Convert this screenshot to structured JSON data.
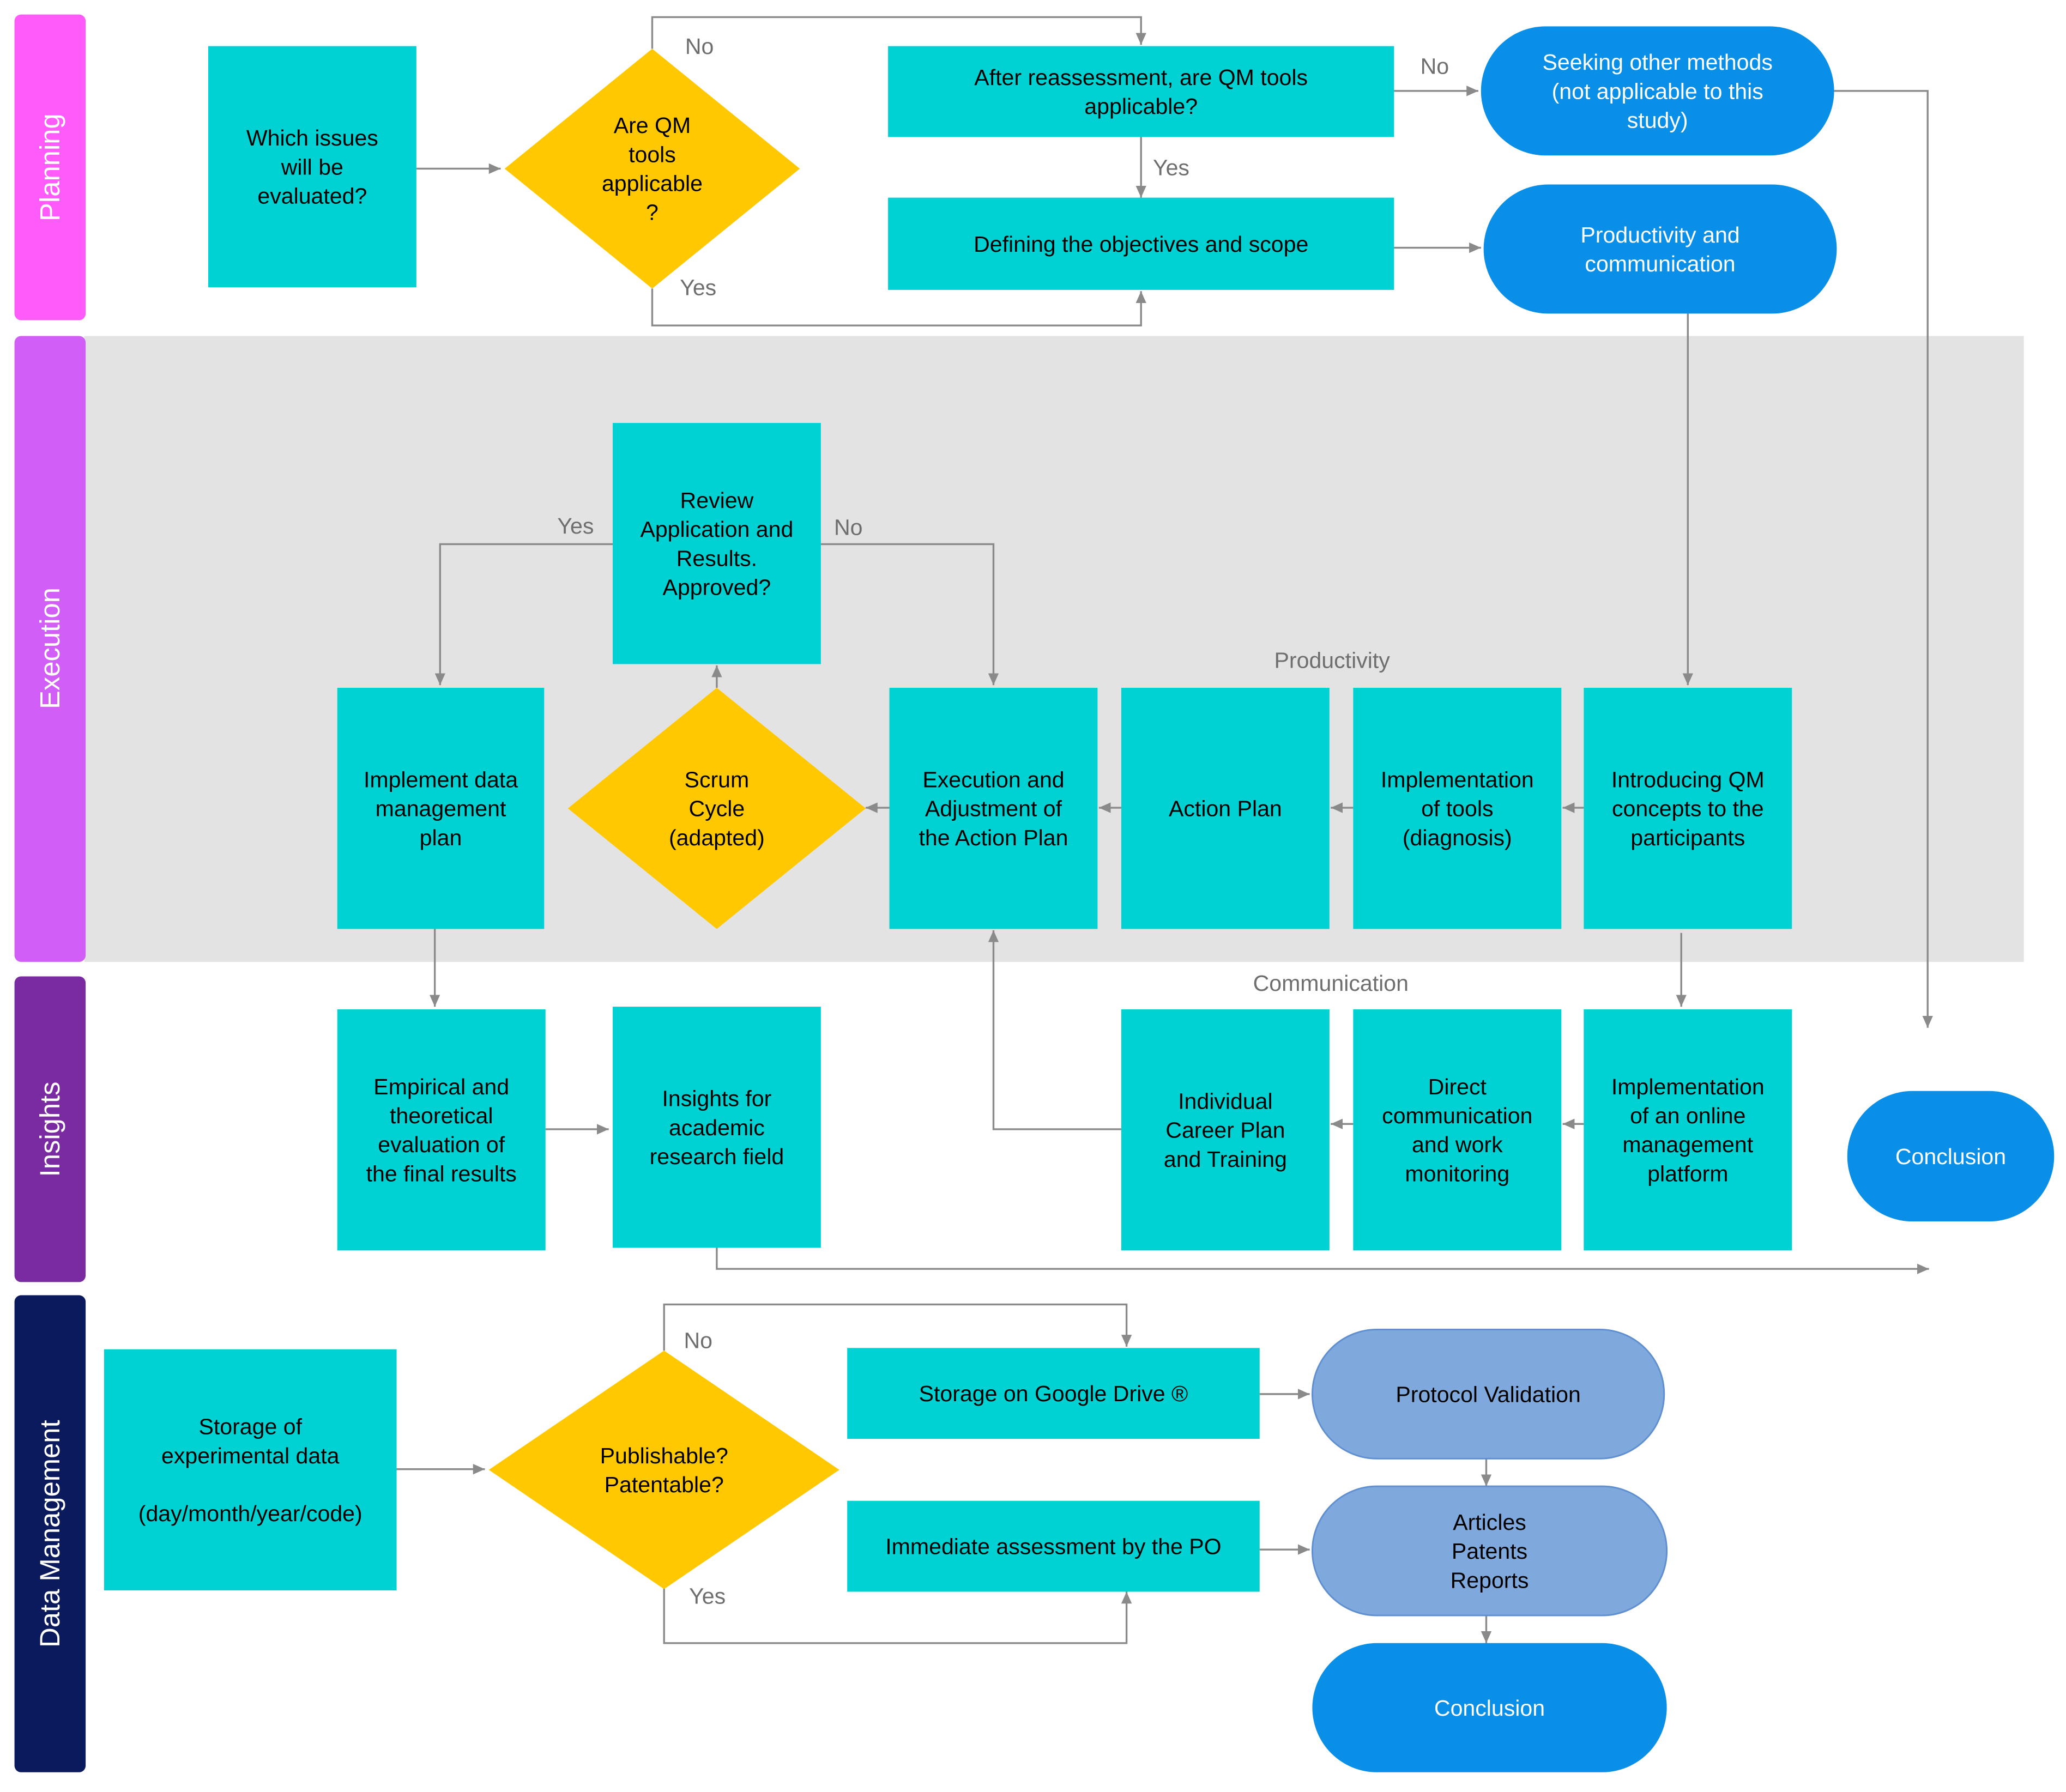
{
  "colors": {
    "teal": "#00D2D3",
    "yellow": "#FFC800",
    "blue": "#0A8FE8",
    "light_blue": "#7FA9DC",
    "execution_band": "#E3E3E3",
    "lane_planning": "#FF5BFA",
    "lane_execution": "#D25EF8",
    "lane_insights": "#7A2BA2",
    "lane_data": "#0A1A5C"
  },
  "lanes": {
    "planning": "Planning",
    "execution": "Execution",
    "insights": "Insights",
    "data_management": "Data Management"
  },
  "nodes": {
    "which_issues": [
      "Which issues",
      "will be",
      "evaluated?"
    ],
    "are_qm_tools": [
      "Are QM",
      "tools",
      "applicable",
      "?"
    ],
    "after_reassessment": [
      "After reassessment, are QM tools",
      "applicable?"
    ],
    "defining_objectives": [
      "Defining the objectives and scope"
    ],
    "seeking_other": [
      "Seeking other methods",
      "(not applicable to this",
      "study)"
    ],
    "productivity_comm": [
      "Productivity and",
      "communication"
    ],
    "review_application": [
      "Review",
      "Application and",
      "Results.",
      "Approved?"
    ],
    "implement_dmp": [
      "Implement  data",
      "management",
      "plan"
    ],
    "scrum_cycle": [
      "Scrum",
      "Cycle",
      "(adapted)"
    ],
    "execution_adjustment": [
      "Execution and",
      "Adjustment  of",
      "the Action Plan"
    ],
    "action_plan": [
      "Action Plan"
    ],
    "implementation_tools": [
      "Implementation",
      "of tools",
      "(diagnosis)"
    ],
    "introducing_qm": [
      "Introducing QM",
      "concepts to the",
      "participants"
    ],
    "empirical_eval": [
      "Empirical and",
      "theoretical",
      "evaluation of",
      "the final results"
    ],
    "insights_academic": [
      "Insights for",
      "academic",
      "research field"
    ],
    "career_plan": [
      "Individual",
      "Career Plan",
      "and Training"
    ],
    "direct_comm": [
      "Direct",
      "communication",
      "and work",
      "monitoring"
    ],
    "online_platform": [
      "Implementation",
      "of an online",
      "management",
      "platform"
    ],
    "conclusion_right": [
      "Conclusion"
    ],
    "storage_experimental": [
      "Storage of",
      "experimental data",
      "",
      "(day/month/year/code)"
    ],
    "publishable": [
      "Publishable?",
      "Patentable?"
    ],
    "google_drive": [
      "Storage on Google Drive ®"
    ],
    "immediate_assessment": [
      "Immediate  assessment by the PO"
    ],
    "protocol_validation": [
      "Protocol Validation"
    ],
    "articles": [
      "Articles",
      "Patents",
      "Reports"
    ],
    "conclusion_bottom": [
      "Conclusion"
    ]
  },
  "edge_labels": {
    "qm_no": "No",
    "qm_yes": "Yes",
    "reassess_no": "No",
    "reassess_yes": "Yes",
    "review_yes": "Yes",
    "review_no": "No",
    "productivity": "Productivity",
    "communication": "Communication",
    "pub_no": "No",
    "pub_yes": "Yes"
  }
}
